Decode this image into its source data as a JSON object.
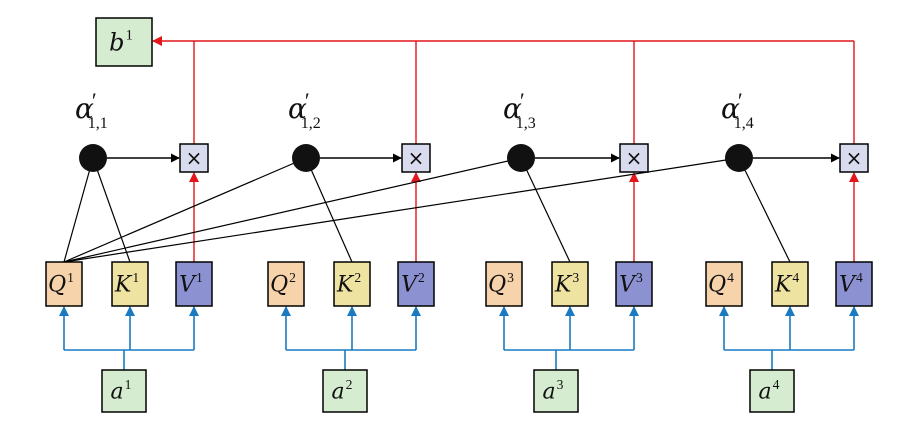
{
  "colors": {
    "q_fill": "#f7d3ac",
    "k_fill": "#eee3a1",
    "v_fill": "#8c91d2",
    "a_fill": "#d6ecd0",
    "b_fill": "#d6ecd0",
    "mult_fill": "#d9dcef",
    "input_arrow": "#1a7ac0",
    "output_arrow": "#e2161b",
    "stroke": "#000000"
  },
  "output": {
    "base": "b",
    "sup": "1"
  },
  "columns": [
    {
      "alpha": {
        "base": "α",
        "prime": "′",
        "sub": "1,1"
      },
      "mult_symbol": "×",
      "q": {
        "base": "Q",
        "sup": "1"
      },
      "k": {
        "base": "K",
        "sup": "1"
      },
      "v": {
        "base": "V",
        "sup": "1"
      },
      "a": {
        "base": "a",
        "sup": "1"
      }
    },
    {
      "alpha": {
        "base": "α",
        "prime": "′",
        "sub": "1,2"
      },
      "mult_symbol": "×",
      "q": {
        "base": "Q",
        "sup": "2"
      },
      "k": {
        "base": "K",
        "sup": "2"
      },
      "v": {
        "base": "V",
        "sup": "2"
      },
      "a": {
        "base": "a",
        "sup": "2"
      }
    },
    {
      "alpha": {
        "base": "α",
        "prime": "′",
        "sub": "1,3"
      },
      "mult_symbol": "×",
      "q": {
        "base": "Q",
        "sup": "3"
      },
      "k": {
        "base": "K",
        "sup": "3"
      },
      "v": {
        "base": "V",
        "sup": "3"
      },
      "a": {
        "base": "a",
        "sup": "3"
      }
    },
    {
      "alpha": {
        "base": "α",
        "prime": "′",
        "sub": "1,4"
      },
      "mult_symbol": "×",
      "q": {
        "base": "Q",
        "sup": "4"
      },
      "k": {
        "base": "K",
        "sup": "4"
      },
      "v": {
        "base": "V",
        "sup": "4"
      },
      "a": {
        "base": "a",
        "sup": "4"
      }
    }
  ]
}
